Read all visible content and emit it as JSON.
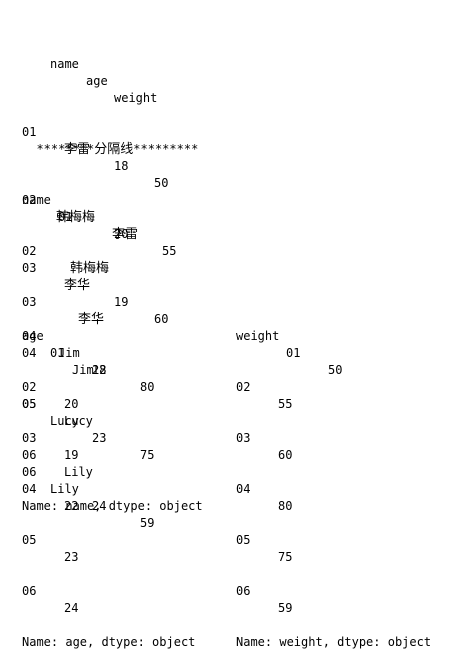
{
  "dataframe": {
    "header_cols": [
      "name",
      "age",
      "weight"
    ],
    "rows": [
      {
        "index": "01",
        "name": "李雷",
        "age": "18",
        "weight": "50"
      },
      {
        "index": "02",
        "name": "韩梅梅",
        "age": "20",
        "weight": "55"
      },
      {
        "index": "03",
        "name": "李华",
        "age": "19",
        "weight": "60"
      },
      {
        "index": "04",
        "name": "Jim",
        "age": "22",
        "weight": "80"
      },
      {
        "index": "05",
        "name": "Lucy",
        "age": "23",
        "weight": "75"
      },
      {
        "index": "06",
        "name": "Lily",
        "age": "24",
        "weight": "59"
      }
    ]
  },
  "separator": {
    "left": "********",
    "middle": "分隔线",
    "right": "*********"
  },
  "series_name": {
    "first_label": "name",
    "rows": [
      {
        "index": "01",
        "value": "李雷"
      },
      {
        "index": "02",
        "value": "韩梅梅"
      },
      {
        "index": "03",
        "value": "李华"
      },
      {
        "index": "04",
        "value": "Jim"
      },
      {
        "index": "05",
        "value": "Lucy"
      },
      {
        "index": "06",
        "value": "Lily"
      }
    ],
    "footer": "Name: name, dtype: object"
  },
  "series_age": {
    "first_label": "age",
    "rows": [
      {
        "index": "01",
        "value": "18"
      },
      {
        "index": "02",
        "value": "20"
      },
      {
        "index": "03",
        "value": "19"
      },
      {
        "index": "04",
        "value": "22"
      },
      {
        "index": "05",
        "value": "23"
      },
      {
        "index": "06",
        "value": "24"
      }
    ],
    "footer": "Name: age, dtype: object"
  },
  "series_weight": {
    "first_label": "weight",
    "rows": [
      {
        "index": "01",
        "value": "50"
      },
      {
        "index": "02",
        "value": "55"
      },
      {
        "index": "03",
        "value": "60"
      },
      {
        "index": "04",
        "value": "80"
      },
      {
        "index": "05",
        "value": "75"
      },
      {
        "index": "06",
        "value": "59"
      }
    ],
    "footer": "Name: weight, dtype: object"
  }
}
